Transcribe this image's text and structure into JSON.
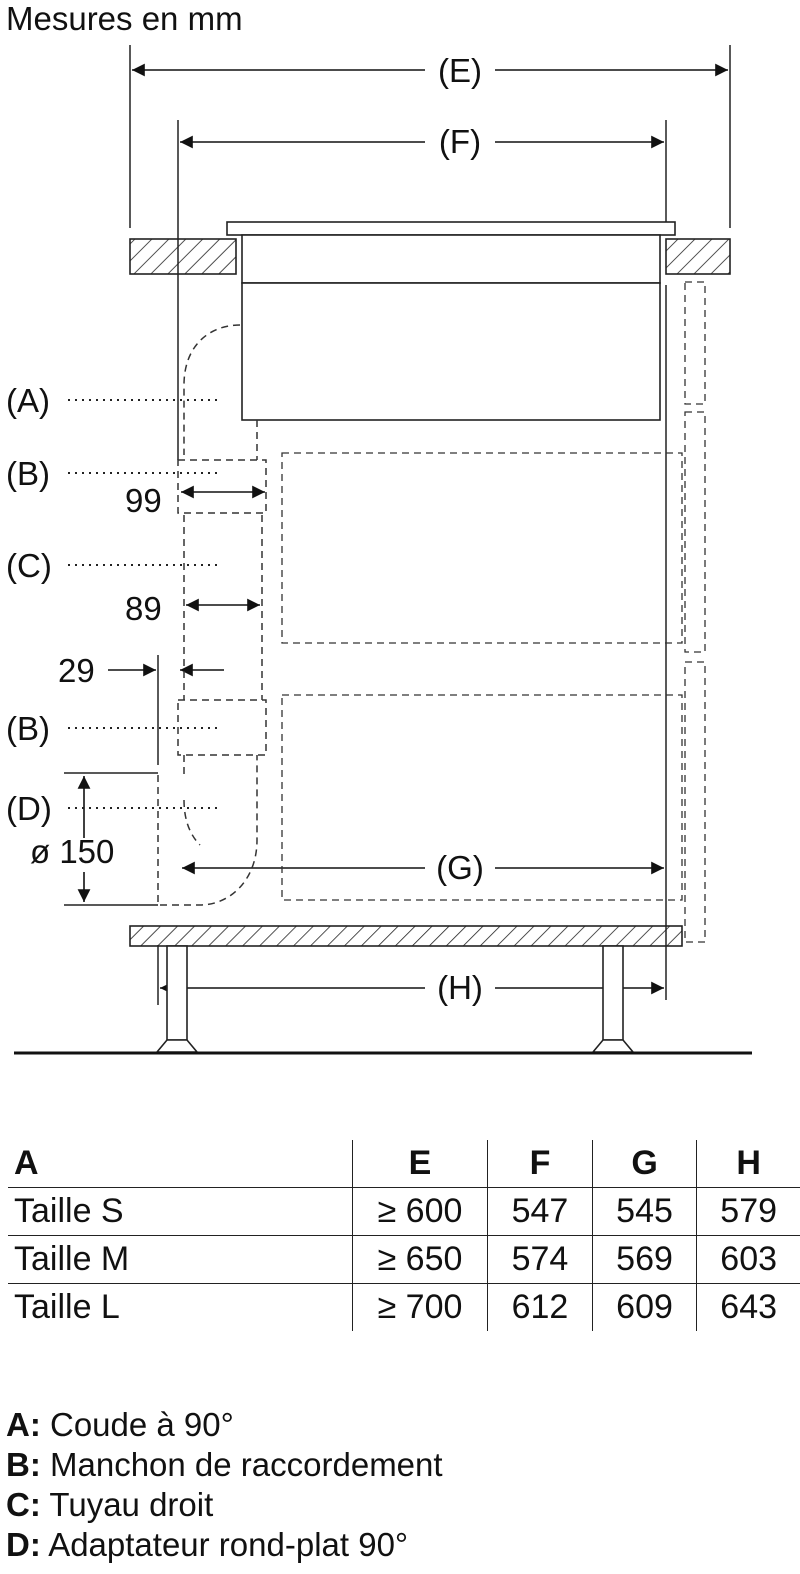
{
  "title": "Mesures en mm",
  "dimension_labels": {
    "E": "(E)",
    "F": "(F)",
    "G": "(G)",
    "H": "(H)",
    "d99": "99",
    "d89": "89",
    "d29": "29",
    "diameter": "ø 150"
  },
  "part_labels": {
    "A": "(A)",
    "B1": "(B)",
    "C": "(C)",
    "B2": "(B)",
    "D": "(D)"
  },
  "table": {
    "headers": [
      "A",
      "E",
      "F",
      "G",
      "H"
    ],
    "rows": [
      [
        "Taille S",
        "≥ 600",
        "547",
        "545",
        "579"
      ],
      [
        "Taille M",
        "≥ 650",
        "574",
        "569",
        "603"
      ],
      [
        "Taille L",
        "≥ 700",
        "612",
        "609",
        "643"
      ]
    ]
  },
  "legend": [
    {
      "key": "A:",
      "text": "Coude à 90°"
    },
    {
      "key": "B:",
      "text": "Manchon de raccordement"
    },
    {
      "key": "C:",
      "text": "Tuyau droit"
    },
    {
      "key": "D:",
      "text": "Adaptateur rond-plat 90°"
    }
  ]
}
